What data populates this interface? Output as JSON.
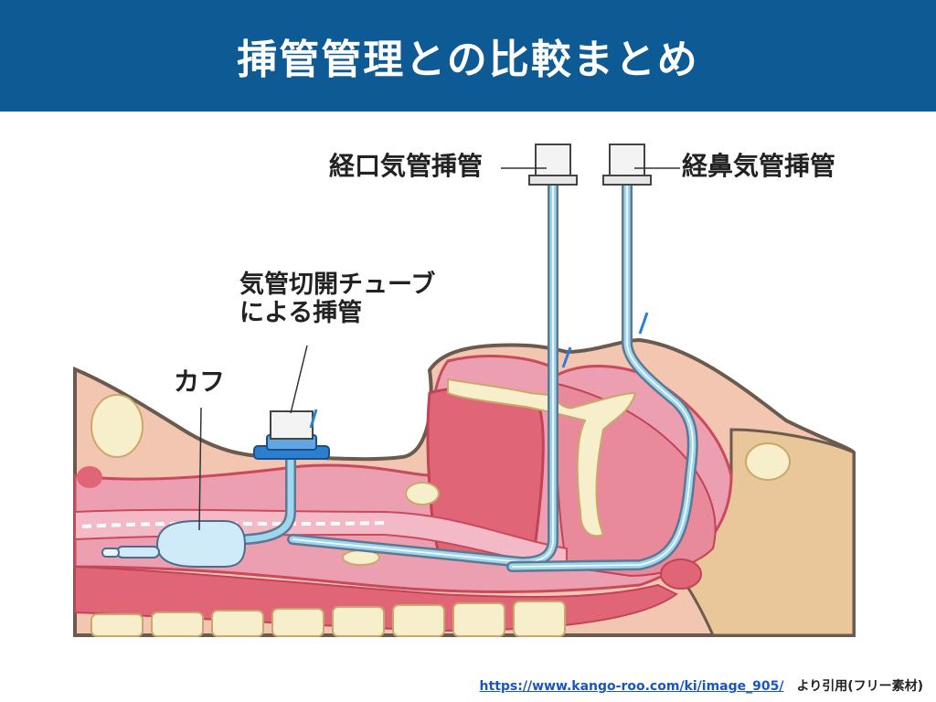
{
  "slide": {
    "title": "挿管管理との比較まとめ"
  },
  "labels": {
    "oral": "経口気管挿管",
    "nasal": "経鼻気管挿管",
    "trach_line1": "気管切開チューブ",
    "trach_line2": "による挿管",
    "cuff": "カフ"
  },
  "source": {
    "url": "https://www.kango-roo.com/ki/image_905/",
    "note": "より引用(フリー素材)"
  },
  "colors": {
    "header": "#0e5a94",
    "tissue_pink": "#ec9fb0",
    "muscle_red": "#d9596b",
    "skin": "#f3c6b2",
    "bone": "#f7efcc",
    "tube": "#9fd6ef",
    "link": "#1a55c4"
  }
}
